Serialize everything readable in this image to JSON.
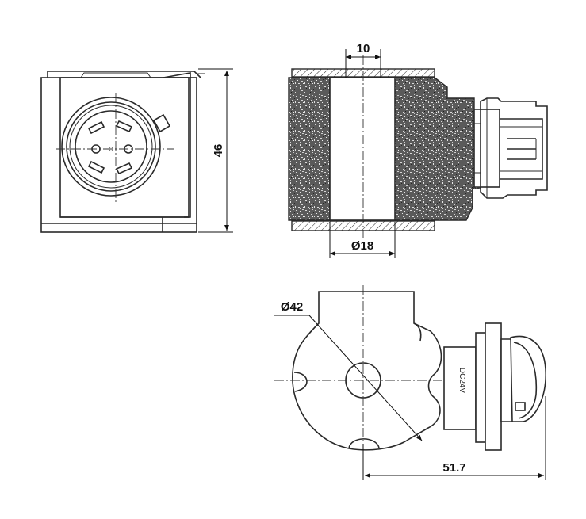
{
  "dimensions": {
    "height": "46",
    "bore_width": "10",
    "bore_diameter": "Ø18",
    "outer_diameter": "Ø42",
    "length": "51.7"
  },
  "voltage_marking": "DC24V"
}
